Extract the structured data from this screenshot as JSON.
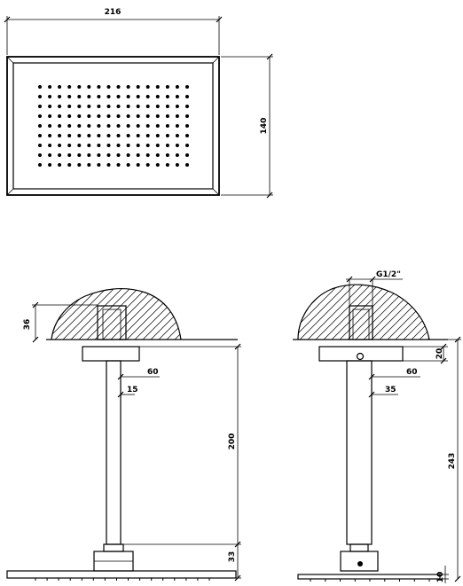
{
  "colors": {
    "line": "#000000",
    "background": "#ffffff"
  },
  "top_view": {
    "width_dimension": "216",
    "height_dimension": "140",
    "nozzle_grid": {
      "columns": 16,
      "rows": 9
    }
  },
  "front_view": {
    "wall_depth_dimension": "36",
    "flange_dimension": "60",
    "pipe_dimension": "15",
    "arm_length_dimension": "200",
    "head_height_dimension": "33"
  },
  "side_view": {
    "thread_dimension": "G1/2\"",
    "cover_height_dimension": "20",
    "flange_dimension": "60",
    "pipe_dimension": "35",
    "total_length_dimension": "243",
    "plate_thickness_dimension": "10"
  }
}
